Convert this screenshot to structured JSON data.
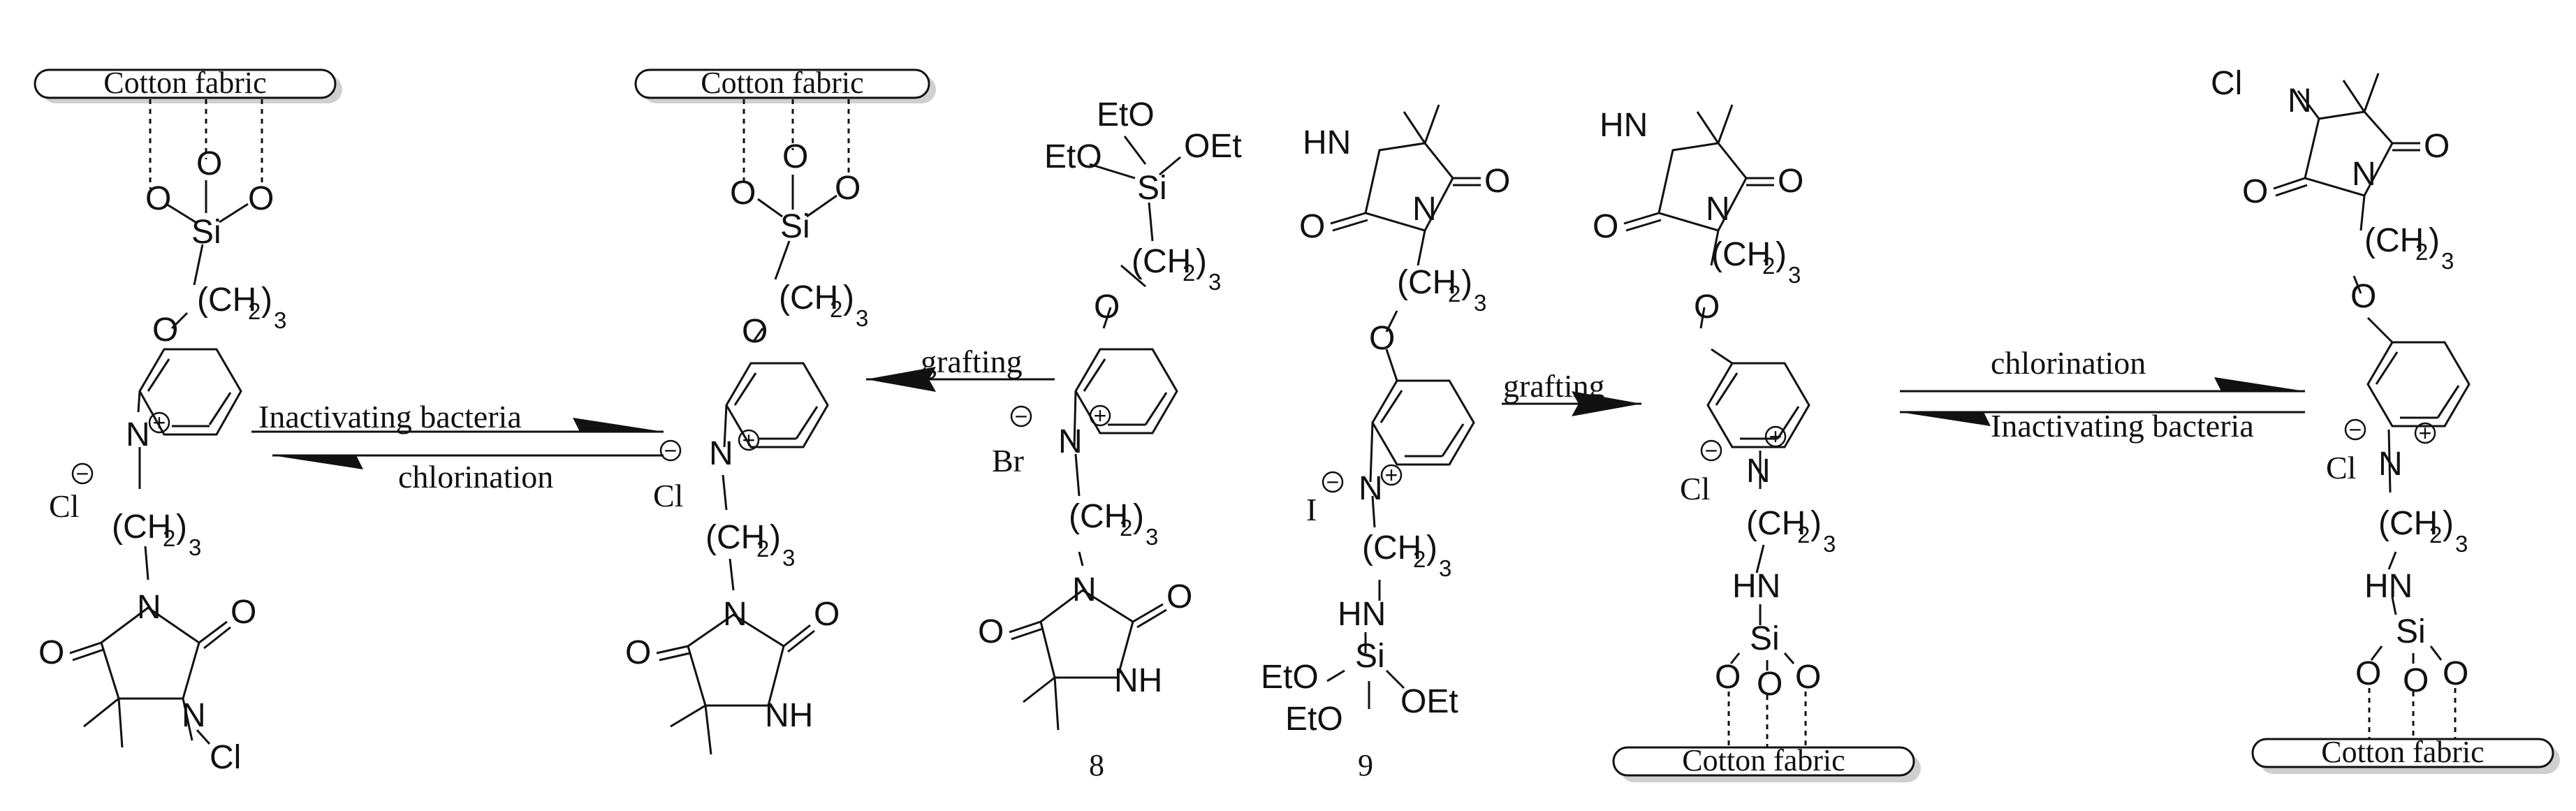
{
  "atoms": {
    "cotton_fabric": "Cotton fabric",
    "si": "Si",
    "o": "O",
    "oet": "OEt",
    "eto": "EtO",
    "ch2": "(CH",
    "ch2_close": ")",
    "sub2": "2",
    "sub3": "3",
    "n": "N",
    "hn": "HN",
    "nh": "NH",
    "cl": "Cl",
    "n_cl": "N",
    "anion_cl": "Cl",
    "anion_br": "Br",
    "anion_i": "I",
    "minus": "−",
    "plus": "+"
  },
  "arrows": {
    "inactivating_bacteria": "Inactivating bacteria",
    "chlorination": "chlorination",
    "grafting": "grafting"
  },
  "compounds": {
    "c8": "8",
    "c9": "9"
  }
}
